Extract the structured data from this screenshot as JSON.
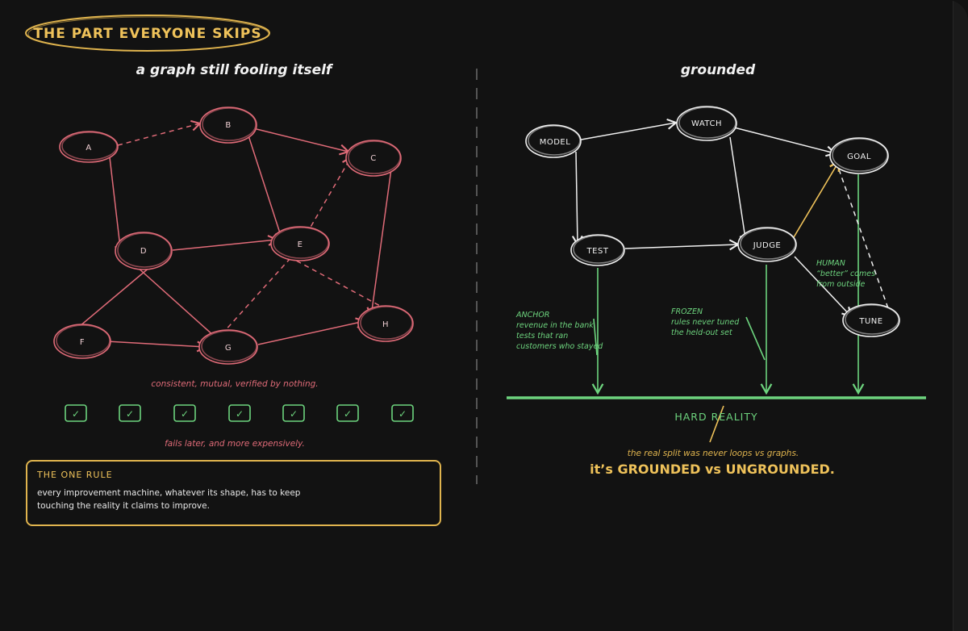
{
  "title_pill": "THE PART EVERYONE SKIPS",
  "left": {
    "heading": "a graph still fooling itself",
    "nodes": {
      "A": "A",
      "B": "B",
      "C": "C",
      "D": "D",
      "E": "E",
      "F": "F",
      "G": "G",
      "H": "H"
    },
    "caption_top": "consistent, mutual, verified by nothing.",
    "checkmark": "✓",
    "caption_bottom": "fails later, and more expensively."
  },
  "right": {
    "heading": "grounded",
    "nodes": {
      "model": "MODEL",
      "watch": "WATCH",
      "goal": "GOAL",
      "test": "TEST",
      "judge": "JUDGE",
      "tune": "TUNE"
    },
    "anchor": {
      "title": "ANCHOR",
      "lines": [
        "revenue in the bank",
        "tests that ran",
        "customers who stayed"
      ]
    },
    "frozen": {
      "title": "FROZEN",
      "lines": [
        "rules never tuned",
        "the held-out set"
      ]
    },
    "human": {
      "title": "HUMAN",
      "lines": [
        "“better” comes",
        "from outside"
      ]
    },
    "reality_label": "HARD REALITY",
    "split_text": "the real split was never loops vs graphs.",
    "conclusion": "it’s GROUNDED vs UNGROUNDED."
  },
  "rule": {
    "title": "THE ONE RULE",
    "text": "every improvement machine, whatever its shape, has to keep touching the reality it claims to improve."
  },
  "colors": {
    "red": "#e06b78",
    "green": "#6dd47e",
    "yellow": "#efc25a",
    "white": "#f0f0f0"
  }
}
